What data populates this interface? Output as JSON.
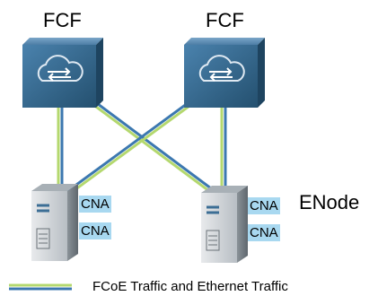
{
  "switches": [
    {
      "label": "FCF",
      "icon": "switch-icon"
    },
    {
      "label": "FCF",
      "icon": "switch-icon"
    }
  ],
  "servers": [
    {
      "cna_labels": [
        "CNA",
        "CNA"
      ],
      "name": "",
      "icon": "server-icon"
    },
    {
      "cna_labels": [
        "CNA",
        "CNA"
      ],
      "name": "ENode",
      "icon": "server-icon"
    }
  ],
  "legend": {
    "text": "FCoE Traffic and Ethernet Traffic",
    "colors": {
      "green": "#b4d86e",
      "blue": "#3c78b0"
    }
  },
  "colors": {
    "cna_background": "#a8d8f0",
    "switch_body": "#3a6e95",
    "server_body": "#d0d4d8"
  }
}
